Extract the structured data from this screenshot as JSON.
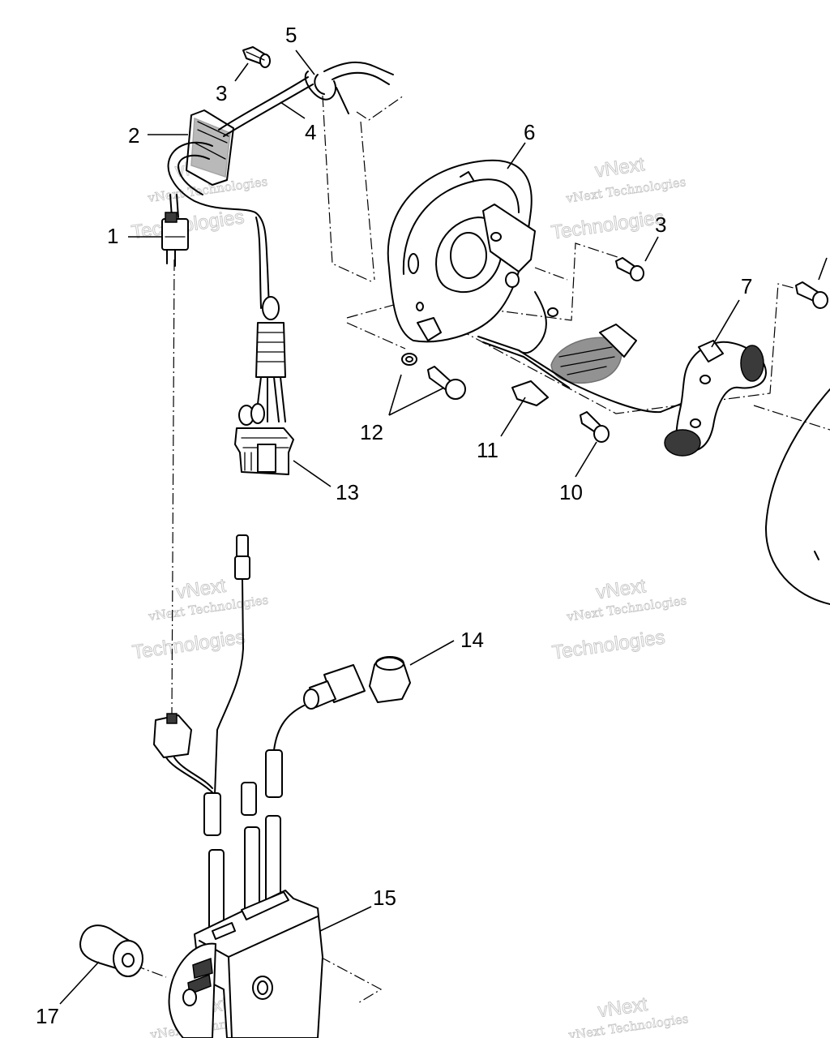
{
  "callouts": {
    "c1": "1",
    "c2": "2",
    "c3a": "3",
    "c3b": "3",
    "c4": "4",
    "c5": "5",
    "c6": "6",
    "c7": "7",
    "c10": "10",
    "c11": "11",
    "c12": "12",
    "c13": "13",
    "c14": "14",
    "c15": "15",
    "c17": "17"
  },
  "watermark": {
    "line1": "vNext Technologies",
    "line2": "Technologies",
    "line3": "vNext"
  }
}
